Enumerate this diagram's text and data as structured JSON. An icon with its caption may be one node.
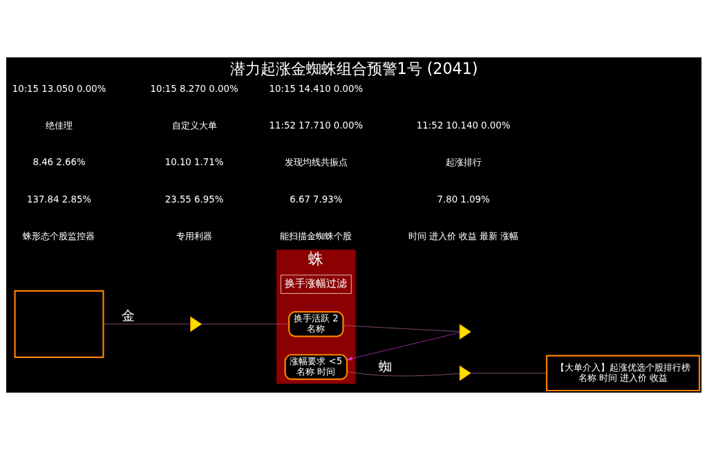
{
  "diagram": {
    "title": "潜力起涨金蜘蛛组合预警1号 (2041)",
    "nodes": [
      {
        "text": [],
        "shape": "box"
      },
      {
        "text": [],
        "shape": "triangle"
      },
      {
        "text": [
          "蛛"
        ]
      },
      {
        "text": [
          "换手涨幅过滤"
        ],
        "in": 2
      },
      {
        "text": [
          "换手活跃 2",
          "名称"
        ],
        "in": 2
      },
      {
        "text": [
          "涨幅要求 <5",
          "名称 时间"
        ],
        "in": 2
      },
      {
        "text": [],
        "shape": "triangle"
      },
      {
        "text": [],
        "shape": "triangle"
      },
      {
        "text": [
          "【大单介入】起涨优选个股排行榜",
          "名称 时间 进入价 收益"
        ]
      }
    ],
    "edges": [
      {
        "from": 0,
        "to": 1,
        "arrow": "none",
        "label": "金"
      },
      {
        "from": 1,
        "to": 4,
        "arrow": "none"
      },
      {
        "from": 4,
        "to": 6,
        "arrow": "none"
      },
      {
        "from": 6,
        "to": 5,
        "arrow": "to",
        "color": "#cc33cc"
      },
      {
        "from": 5,
        "to": 7,
        "arrow": "none",
        "label": "蜘"
      },
      {
        "from": 7,
        "to": 8,
        "arrow": "none"
      }
    ],
    "labels": [
      "蛛形态个股监控器",
      "专用利器",
      "能扫描金蜘蛛个股",
      "时间 进入价 收益 最新 涨幅",
      "137.84 2.85%",
      "23.55 6.95%",
      "6.67 7.93%",
      "7.80 1.09%",
      "8.46 2.66%",
      "10.10 1.71%",
      "发现均线共振点",
      "起涨排行",
      "绝佳理",
      "自定义大单",
      "11:52 17.710 0.00%",
      "11:52 10.140 0.00%",
      "10:15 13.050 0.00%",
      "10:15 8.270 0.00%",
      "10:15 14.410 0.00%"
    ]
  }
}
